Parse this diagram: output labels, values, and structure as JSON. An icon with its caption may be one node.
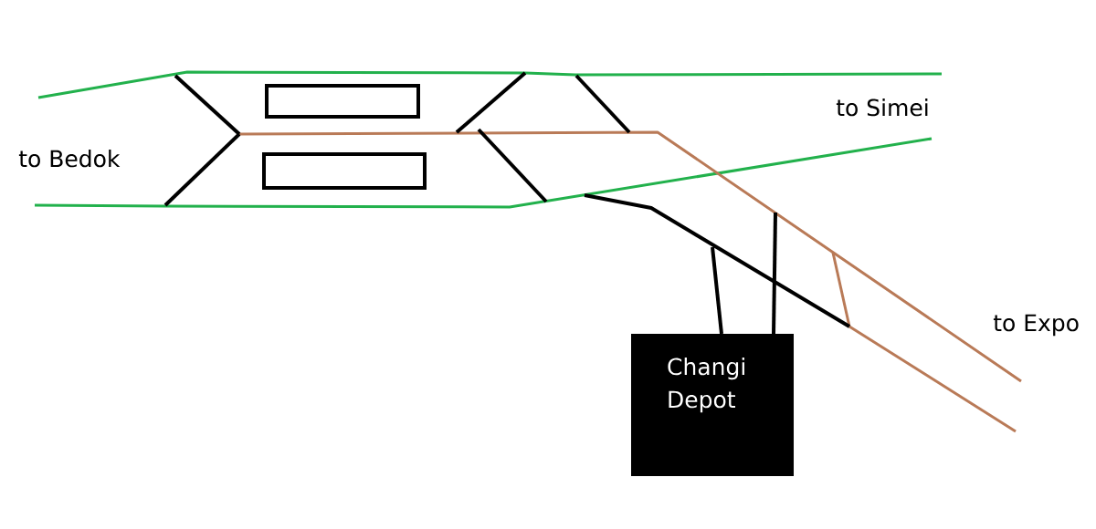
{
  "diagram": {
    "nodes": [
      {
        "text": [],
        "shape": "box"
      },
      {
        "text": [],
        "shape": "box"
      },
      {
        "text": [
          "Changi Depot"
        ]
      }
    ],
    "labels": [
      "to Simei",
      "to Bedok",
      "to Expo"
    ]
  }
}
